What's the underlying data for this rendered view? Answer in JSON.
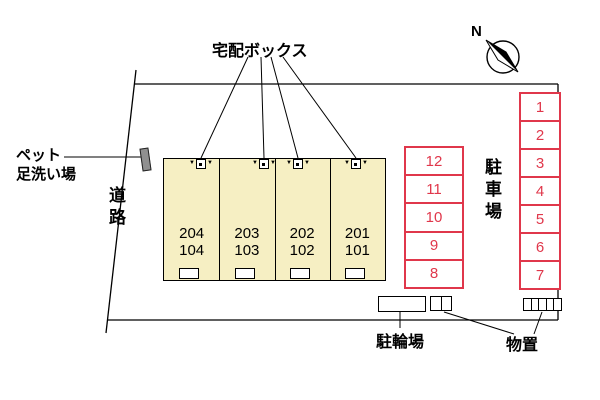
{
  "plan": {
    "labels": {
      "delivery_box": "宅配ボックス",
      "pet_wash_line1": "ペット",
      "pet_wash_line2": "足洗い場",
      "road": "道路",
      "parking_lot": "駐車場",
      "bicycle_parking": "駐輪場",
      "storage": "物置",
      "north": "N"
    },
    "building": {
      "units": [
        {
          "upper": "204",
          "lower": "104"
        },
        {
          "upper": "203",
          "lower": "103"
        },
        {
          "upper": "202",
          "lower": "102"
        },
        {
          "upper": "201",
          "lower": "101"
        }
      ]
    },
    "parking": {
      "inner_column": [
        "12",
        "11",
        "10",
        "9",
        "8"
      ],
      "right_column": [
        "1",
        "2",
        "3",
        "4",
        "5",
        "6",
        "7"
      ]
    },
    "symbols": {
      "door_marker": "▼"
    },
    "colors": {
      "unit_fill": "#f6efc3",
      "parking_red": "#e0374b",
      "line": "#000000",
      "background": "#ffffff"
    }
  }
}
